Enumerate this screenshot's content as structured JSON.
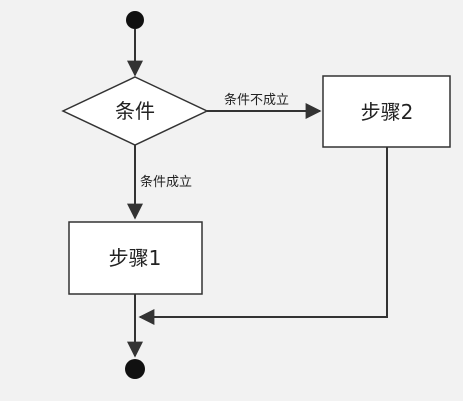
{
  "diagram": {
    "type": "flowchart",
    "nodes": {
      "start": {
        "kind": "start-terminal"
      },
      "decision": {
        "kind": "decision",
        "label": "条件"
      },
      "step1": {
        "kind": "process",
        "label": "步骤1"
      },
      "step2": {
        "kind": "process",
        "label": "步骤2"
      },
      "end": {
        "kind": "end-terminal"
      }
    },
    "edges": {
      "start_to_decision": {
        "from": "start",
        "to": "decision",
        "label": ""
      },
      "decision_to_step2": {
        "from": "decision",
        "to": "step2",
        "label": "条件不成立"
      },
      "decision_to_step1": {
        "from": "decision",
        "to": "step1",
        "label": "条件成立"
      },
      "step2_to_merge": {
        "from": "step2",
        "to": "merge",
        "label": ""
      },
      "step1_to_end": {
        "from": "step1",
        "to": "end",
        "label": ""
      }
    }
  },
  "colors": {
    "background": "#f2f2f2",
    "node_fill": "#ffffff",
    "stroke": "#333333",
    "text": "#222222"
  }
}
